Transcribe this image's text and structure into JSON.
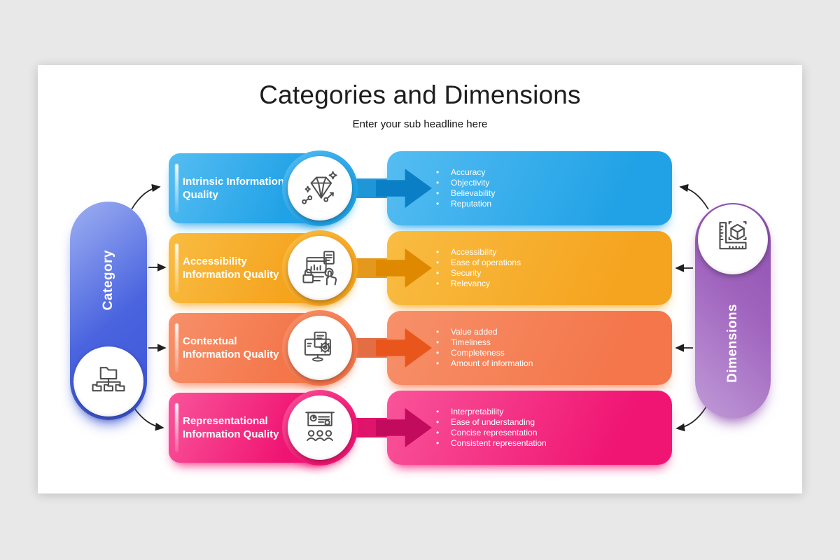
{
  "background_color": "#e8e8e8",
  "slide": {
    "title": "Categories and Dimensions",
    "subtitle": "Enter your sub headline here"
  },
  "left_pill": {
    "label": "Category",
    "icon": "folder-hierarchy-icon",
    "colors": {
      "light": "#9fb0f2",
      "main": "#4a64df",
      "dark": "#3b55d8"
    }
  },
  "right_pill": {
    "label": "Dimensions",
    "icon": "ruler-cube-icon",
    "colors": {
      "light": "#c09bd8",
      "main": "#a064be",
      "dark": "#8e4fae"
    }
  },
  "rows": [
    {
      "label_line1": "Intrinsic Information",
      "label_line2": "Quality",
      "icon": "gem-icon",
      "bullets": [
        "Accuracy",
        "Objectivity",
        "Believability",
        "Reputation"
      ],
      "colors": {
        "light": "#55bdf2",
        "main": "#21a2e6",
        "dark": "#0b7fc6"
      }
    },
    {
      "label_line1": "Accessibility",
      "label_line2": "Information Quality",
      "icon": "secure-access-icon",
      "bullets": [
        "Accessibility",
        "Ease of operations",
        "Security",
        "Relevancy"
      ],
      "colors": {
        "light": "#f9bc42",
        "main": "#f5a41f",
        "dark": "#de8900"
      }
    },
    {
      "label_line1": "Contextual",
      "label_line2": "Information Quality",
      "icon": "monitor-gear-icon",
      "bullets": [
        "Value added",
        "Timeliness",
        "Completeness",
        "Amount of information"
      ],
      "colors": {
        "light": "#f7906a",
        "main": "#f4764a",
        "dark": "#e9561c"
      }
    },
    {
      "label_line1": "Representational",
      "label_line2": "Information Quality",
      "icon": "presentation-audience-icon",
      "bullets": [
        "Interpretability",
        "Ease of understanding",
        "Concise representation",
        "Consistent representation"
      ],
      "colors": {
        "light": "#f9549a",
        "main": "#f01573",
        "dark": "#c30b5e"
      }
    }
  ]
}
